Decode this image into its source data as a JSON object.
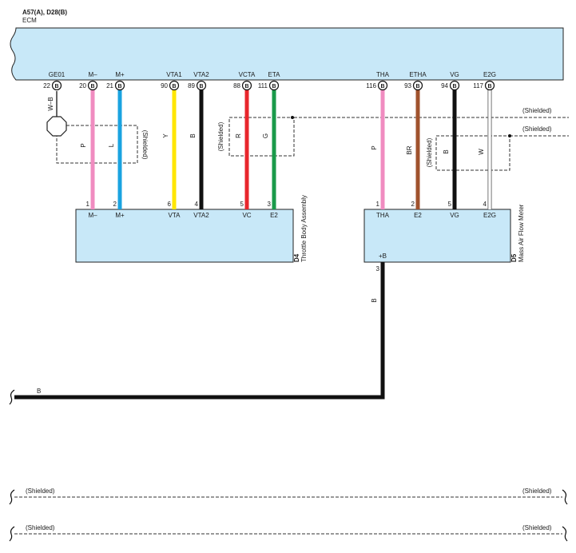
{
  "ecm": {
    "connector": "A57(A), D28(B)",
    "name": "ECM"
  },
  "ecm_pins": [
    {
      "name": "GE01",
      "num": "22",
      "conn": "B"
    },
    {
      "name": "M–",
      "num": "20",
      "conn": "B"
    },
    {
      "name": "M+",
      "num": "21",
      "conn": "B"
    },
    {
      "name": "VTA1",
      "num": "90",
      "conn": "B"
    },
    {
      "name": "VTA2",
      "num": "89",
      "conn": "B"
    },
    {
      "name": "VCTA",
      "num": "88",
      "conn": "B"
    },
    {
      "name": "ETA",
      "num": "111",
      "conn": "B"
    },
    {
      "name": "THA",
      "num": "116",
      "conn": "B"
    },
    {
      "name": "ETHA",
      "num": "93",
      "conn": "B"
    },
    {
      "name": "VG",
      "num": "94",
      "conn": "B"
    },
    {
      "name": "E2G",
      "num": "117",
      "conn": "B"
    }
  ],
  "wire_colors": {
    "ge01": "W–B",
    "m_minus": "P",
    "m_plus": "L",
    "vta1": "Y",
    "vta2": "B",
    "vcta": "R",
    "eta": "G",
    "tha": "P",
    "etha": "BR",
    "vg": "B",
    "e2g": "W",
    "power": "B",
    "bus": "B"
  },
  "throttle": {
    "code": "D4",
    "name": "Throttle Body Assembly",
    "pins": [
      {
        "num": "1",
        "name": "M–"
      },
      {
        "num": "2",
        "name": "M+"
      },
      {
        "num": "6",
        "name": "VTA"
      },
      {
        "num": "4",
        "name": "VTA2"
      },
      {
        "num": "5",
        "name": "VC"
      },
      {
        "num": "3",
        "name": "E2"
      }
    ]
  },
  "mafm": {
    "code": "D5",
    "name": "Mass Air Flow Meter",
    "pins": [
      {
        "num": "1",
        "name": "THA"
      },
      {
        "num": "2",
        "name": "E2"
      },
      {
        "num": "5",
        "name": "VG"
      },
      {
        "num": "4",
        "name": "E2G"
      }
    ],
    "power_pin": {
      "num": "3",
      "name": "+B"
    }
  },
  "shielded": "(Shielded)",
  "colors": {
    "component_fill": "#c8e8f8",
    "pink": "#f08cc0",
    "blue": "#1aa3e0",
    "yellow": "#ffe600",
    "black": "#111111",
    "red": "#e8262c",
    "green": "#1a9a4a",
    "brown": "#a0522d",
    "white_wire": "#ffffff"
  }
}
